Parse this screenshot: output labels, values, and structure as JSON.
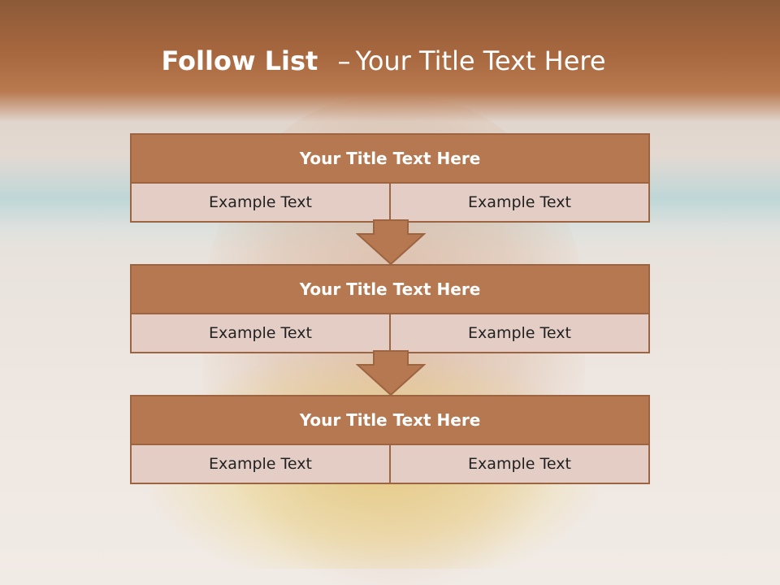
{
  "slide": {
    "title_bold": "Follow List",
    "title_sep": "–",
    "title_rest": "Your Title Text Here"
  },
  "steps": [
    {
      "title": "Your Title Text Here",
      "left": "Example Text",
      "right": "Example Text"
    },
    {
      "title": "Your Title Text Here",
      "left": "Example Text",
      "right": "Example Text"
    },
    {
      "title": "Your Title Text Here",
      "left": "Example Text",
      "right": "Example Text"
    }
  ],
  "colors": {
    "header": "#a8683f",
    "block_head": "#b67850",
    "block_border": "#9c6440",
    "block_row": "#e3cdc5",
    "arrow": "#b67850"
  },
  "icons": {
    "connector": "down-arrow-icon"
  }
}
